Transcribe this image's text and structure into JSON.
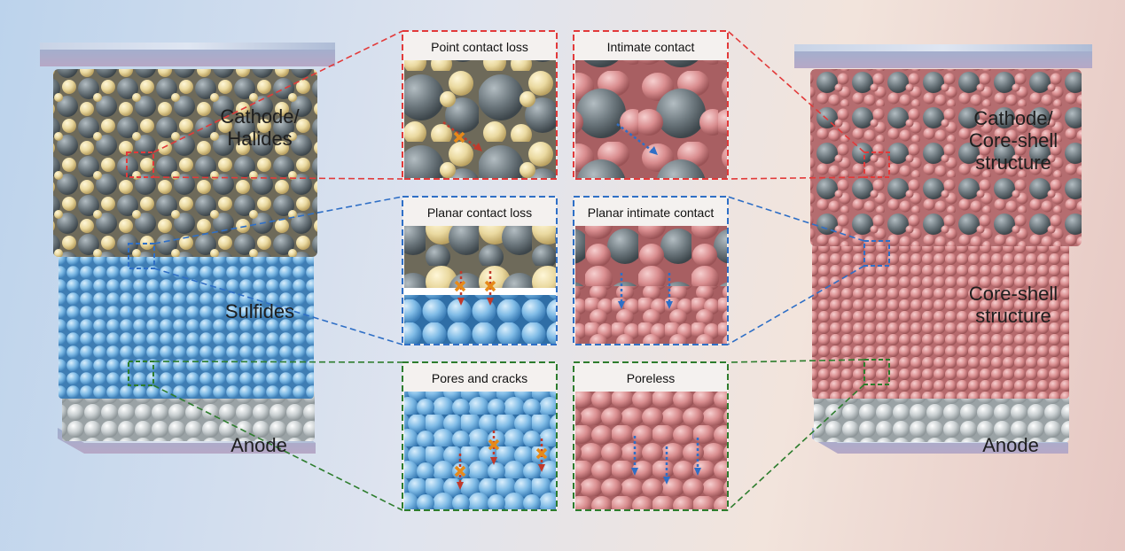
{
  "left_stack": {
    "cathode_label": [
      "Cathode/",
      "Halides"
    ],
    "electrolyte_label": "Sulfides",
    "anode_label": "Anode"
  },
  "right_stack": {
    "cathode_label": [
      "Cathode/",
      "Core-shell",
      "structure"
    ],
    "electrolyte_label": [
      "Core-shell",
      "structure"
    ],
    "anode_label": "Anode"
  },
  "panels": {
    "point_contact_loss": "Point contact loss",
    "intimate_contact": "Intimate contact",
    "planar_contact_loss": "Planar contact loss",
    "planar_intimate_contact": "Planar intimate contact",
    "pores_and_cracks": "Pores and cracks",
    "poreless": "Poreless"
  },
  "colors": {
    "cathode_particle": "#6f7a80",
    "halide_particle": "#ead9a0",
    "sulfide_particle": "#7fbbe6",
    "core_shell_particle": "#d98d8f",
    "anode_particle": "#c9cfd1",
    "red_callout": "#e23a3a",
    "blue_callout": "#2f6fc6",
    "green_callout": "#2d7d2d"
  }
}
